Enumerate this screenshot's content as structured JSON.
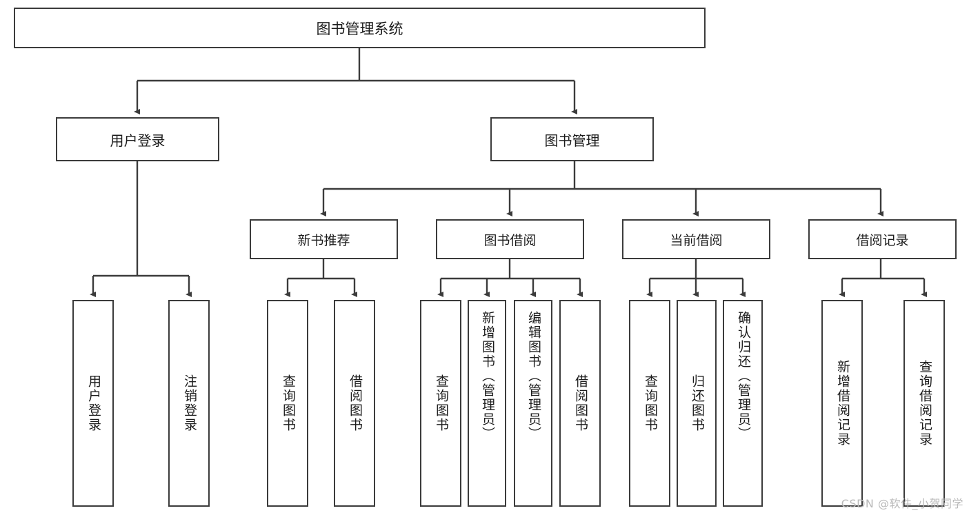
{
  "diagram": {
    "title": "图书管理系统",
    "type": "hierarchy-tree",
    "watermark": "CSDN @软件_小贺同学",
    "colors": {
      "stroke": "#3b3b3b",
      "fill": "#ffffff",
      "text": "#1c1c1c",
      "watermark": "#b9b9b9"
    },
    "root": {
      "label": "图书管理系统"
    },
    "level1": [
      {
        "label": "用户登录"
      },
      {
        "label": "图书管理"
      }
    ],
    "level2": [
      {
        "label": "新书推荐"
      },
      {
        "label": "图书借阅"
      },
      {
        "label": "当前借阅"
      },
      {
        "label": "借阅记录"
      }
    ],
    "leaves": {
      "user_login": [
        {
          "label": "用户登录"
        },
        {
          "label": "注销登录"
        }
      ],
      "new_book_recommend": [
        {
          "label": "查询图书"
        },
        {
          "label": "借阅图书"
        }
      ],
      "book_borrow": [
        {
          "label": "查询图书"
        },
        {
          "label": "新增图书（管理员）"
        },
        {
          "label": "编辑图书（管理员）"
        },
        {
          "label": "借阅图书"
        }
      ],
      "current_borrow": [
        {
          "label": "查询图书"
        },
        {
          "label": "归还图书"
        },
        {
          "label": "确认归还（管理员）"
        }
      ],
      "borrow_record": [
        {
          "label": "新增借阅记录"
        },
        {
          "label": "查询借阅记录"
        }
      ]
    }
  }
}
